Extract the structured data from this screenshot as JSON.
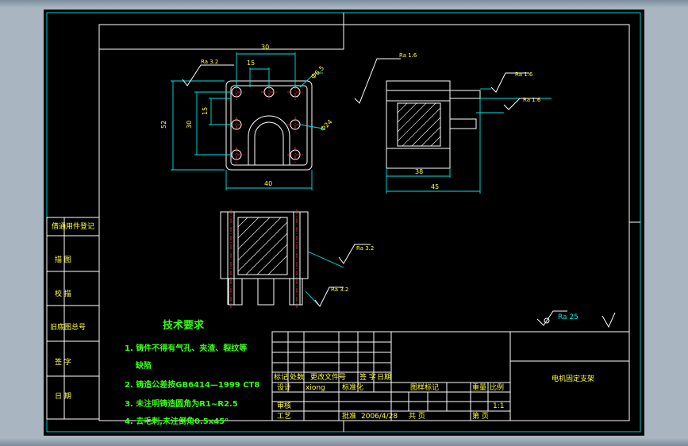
{
  "drawing": {
    "dims": {
      "top_30": "30",
      "top_15": "15",
      "hole_label": "Ф6.5",
      "left_outer": "52",
      "left_mid": "30",
      "left_inner": "15",
      "radius_label": "Ф24",
      "bottom_40": "40",
      "side_38": "38",
      "side_45": "45"
    },
    "roughness": {
      "r1": "Ra 3.2",
      "r2": "Ra 1.6",
      "r3": "Ra 1.6",
      "r4": "Ra 1.6",
      "r5": "Ra 3.2",
      "r6": "Ra 3.2",
      "global_mark": "Ra 25"
    }
  },
  "tech_requirements": {
    "title": "技术要求",
    "items": [
      "1. 铸件不得有气孔、夹渣、裂纹等",
      "    缺陷",
      "2. 铸造公差按GB6414—1999 CT8",
      "3. 未注明铸造圆角为R1~R2.5",
      "4. 去毛刺,未注倒角0.5x45°"
    ]
  },
  "side_labels": [
    "借通用件登记",
    "描 图",
    "校 描",
    "旧底图总号",
    "签 字",
    "日 期"
  ],
  "title_block": {
    "part_name": "电机固定支架",
    "row_mark": "标记",
    "row_count": "处数",
    "row_partition": "更改文件号",
    "row_sign": "签 字",
    "row_date": "日期",
    "designer_label": "设计",
    "designer_value": "xiong",
    "std_label": "标准化",
    "review_label": "审核",
    "process_label": "工艺",
    "approve_label": "批准",
    "approve_date": "2006/4/28",
    "stage_label": "图样标记",
    "weight_label": "重量",
    "scale_label": "比例",
    "scale_value": "1:1",
    "sheet_total": "共 页",
    "sheet_num": "第 页"
  }
}
